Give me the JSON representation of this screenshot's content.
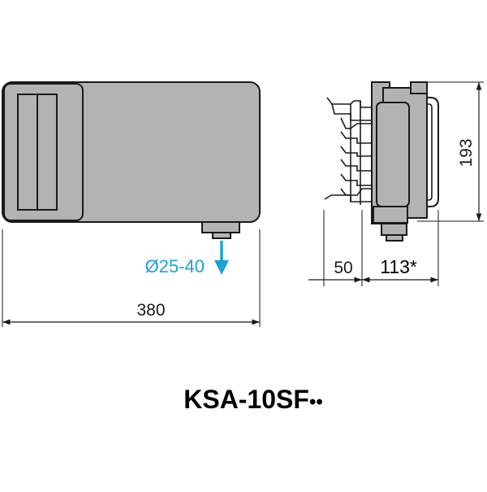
{
  "front_view": {
    "outlet_label": "Ø25-40",
    "width_label": "380"
  },
  "side_view": {
    "height_label": "193",
    "depth_left_label": "50",
    "depth_right_label": "113*"
  },
  "model": {
    "name": "KSA-10SF",
    "suffix": "••"
  },
  "colors": {
    "body_fill": "#b3b3b3",
    "outline": "#1a1a1a",
    "accent_blue": "#1ea0d8",
    "dimension_line": "#1a1a1a"
  }
}
